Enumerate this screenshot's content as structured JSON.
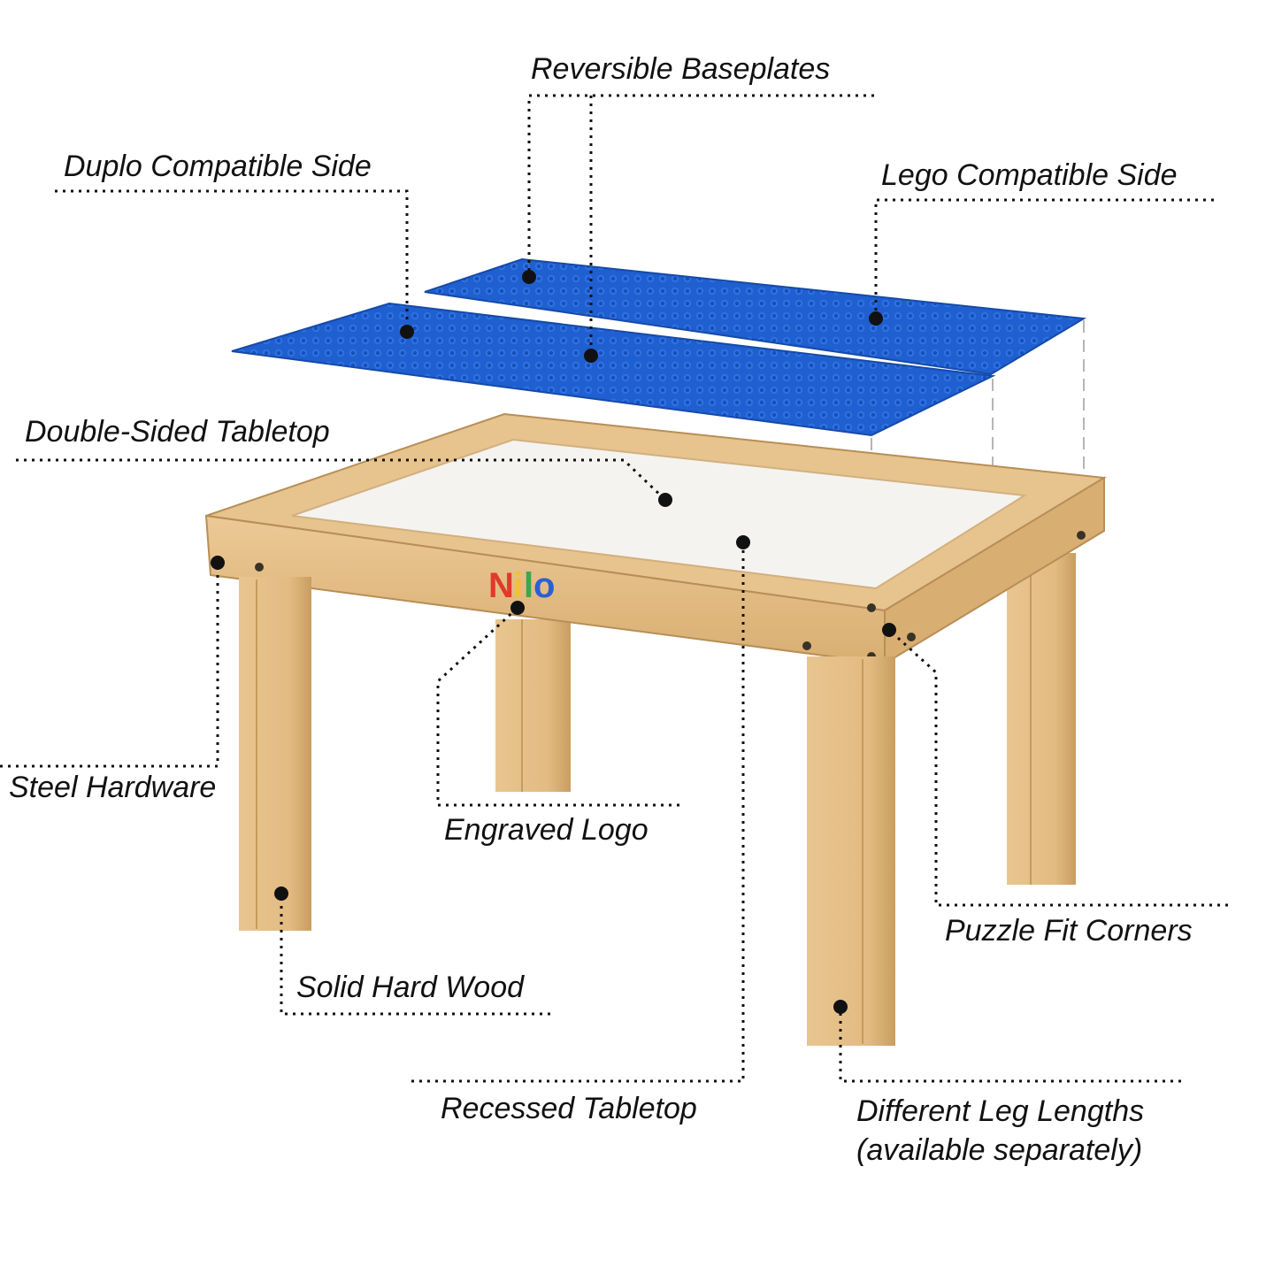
{
  "colors": {
    "background": "#ffffff",
    "wood": "#e3be87",
    "wood_dark": "#c99d62",
    "tabletop": "#f5f3ef",
    "baseplate": "#1f5fd0",
    "baseplate_dark": "#154aa8",
    "leader": "#111111",
    "logo_n": "#e03a2a",
    "logo_i1": "#f2c230",
    "logo_i2": "#3aa84a",
    "logo_l": "#2b5fd6",
    "logo_o": "#7a3fb0"
  },
  "logo": {
    "text": "Nilo"
  },
  "callouts": {
    "reversible_baseplates": "Reversible Baseplates",
    "duplo_side": "Duplo Compatible Side",
    "lego_side": "Lego Compatible Side",
    "double_sided_tabletop": "Double-Sided Tabletop",
    "steel_hardware": "Steel Hardware",
    "engraved_logo": "Engraved Logo",
    "puzzle_fit_corners": "Puzzle Fit Corners",
    "solid_hard_wood": "Solid Hard Wood",
    "recessed_tabletop": "Recessed Tabletop",
    "leg_lengths_line1": "Different Leg Lengths",
    "leg_lengths_line2": "(available separately)"
  }
}
